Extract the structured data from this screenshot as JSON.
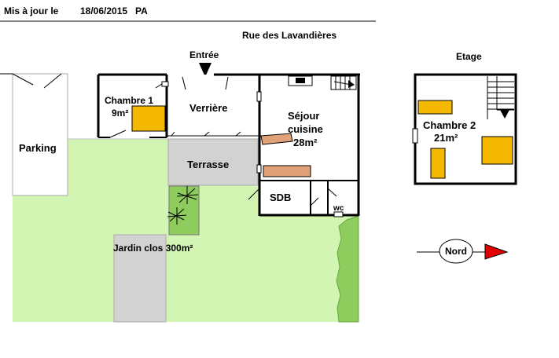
{
  "header": {
    "updated_label": "Mis à jour le",
    "date": "18/06/2015",
    "initials": "PA"
  },
  "street": "Rue des Lavandières",
  "entrance": "Entrée",
  "floor_label": "Etage",
  "rooms": {
    "chambre1_name": "Chambre 1",
    "chambre1_area": "9m²",
    "verriere": "Verrière",
    "sejour_line1": "Séjour",
    "sejour_line2": "cuisine",
    "sejour_area": "28m²",
    "terrasse": "Terrasse",
    "sdb": "SDB",
    "wc": "wc",
    "parking": "Parking",
    "jardin": "Jardin clos 300m²",
    "chambre2_name": "Chambre 2",
    "chambre2_area": "21m²"
  },
  "compass": {
    "label": "Nord"
  },
  "colors": {
    "garden": "#d2f5b4",
    "terrace": "#d2d2d2",
    "hedge": "#8fcc5e",
    "furniture_yellow": "#f5b800",
    "kitchen_counter": "#e0a078",
    "arrow_red": "#e00000"
  }
}
